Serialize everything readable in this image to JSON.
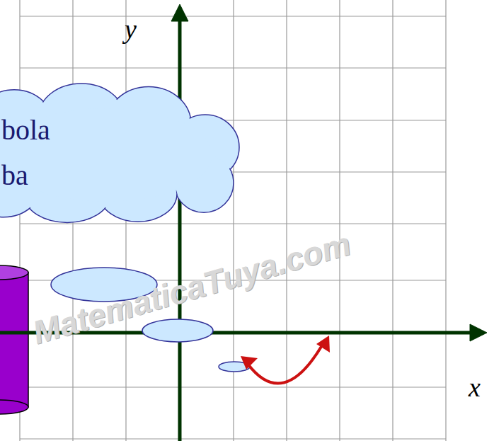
{
  "diagram": {
    "nodes": [
      {
        "text": [
          "bola",
          "ba"
        ]
      }
    ],
    "labels": [
      "y",
      "x",
      "MatematicaTuya.com"
    ]
  }
}
